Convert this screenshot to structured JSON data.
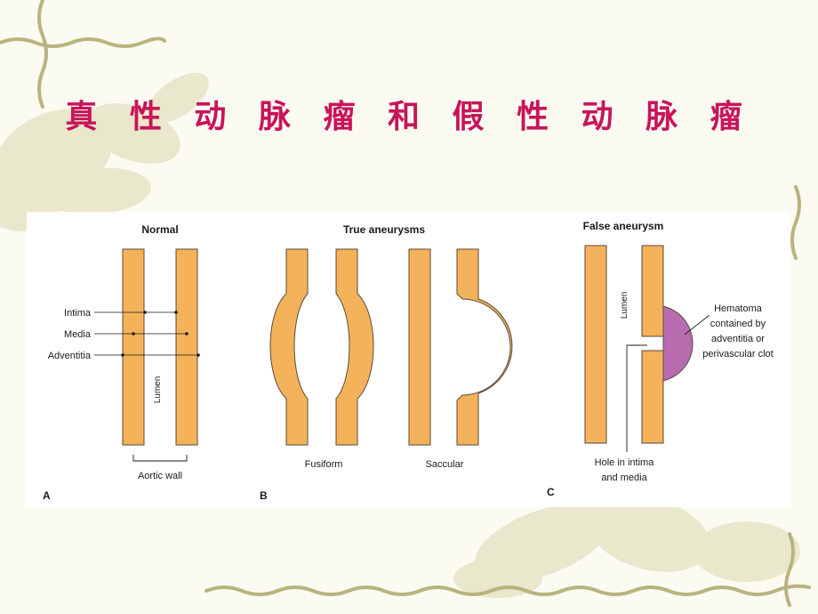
{
  "slide": {
    "title": "真 性 动 脉 瘤 和 假 性 动 脉 瘤"
  },
  "colors": {
    "title": "#c8145a",
    "vessel_wall": "#f4b35a",
    "vessel_edge": "#5a4a3a",
    "hematoma": "#b76cb0",
    "decoration_vine": "#b9b47e"
  },
  "figure": {
    "panel_a": {
      "heading": "Normal",
      "letter": "A",
      "layer_labels": [
        "Intima",
        "Media",
        "Adventitia"
      ],
      "lumen": "Lumen",
      "caption": "Aortic wall"
    },
    "panel_b": {
      "heading": "True aneurysms",
      "letter": "B",
      "fusiform_caption": "Fusiform",
      "saccular_caption": "Saccular"
    },
    "panel_c": {
      "heading": "False aneurysm",
      "letter": "C",
      "lumen": "Lumen",
      "hematoma_lines": [
        "Hematoma",
        "contained by",
        "adventitia or",
        "perivascular clot"
      ],
      "hole_lines": [
        "Hole in intima",
        "and media"
      ]
    }
  }
}
